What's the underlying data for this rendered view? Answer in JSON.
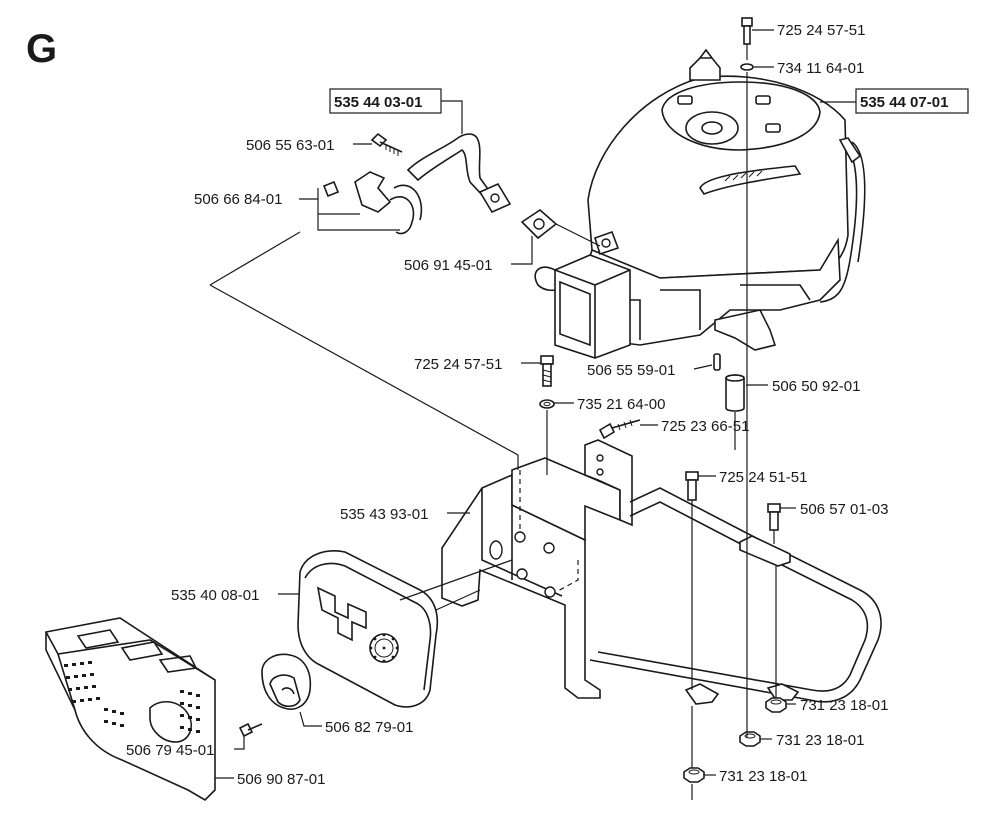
{
  "section_letter": "G",
  "labels": {
    "l1": "725 24 57-51",
    "l2": "734 11 64-01",
    "l3": "535 44 03-01",
    "l4": "535 44 07-01",
    "l5": "506 55 63-01",
    "l6": "506 66 84-01",
    "l7": "506 91 45-01",
    "l8": "725 24 57-51",
    "l9": "506 55 59-01",
    "l10": "506 50 92-01",
    "l11": "735 21 64-00",
    "l12": "725 23 66-51",
    "l13": "725 24 51-51",
    "l14": "535 43 93-01",
    "l15": "506 57 01-03",
    "l16": "535 40 08-01",
    "l17": "506 82 79-01",
    "l18": "731 23 18-01",
    "l19": "506 79 45-01",
    "l20": "731 23 18-01",
    "l21": "506 90 87-01",
    "l22": "731 23 18-01"
  },
  "colors": {
    "line": "#1a1a1a",
    "background": "#ffffff"
  }
}
